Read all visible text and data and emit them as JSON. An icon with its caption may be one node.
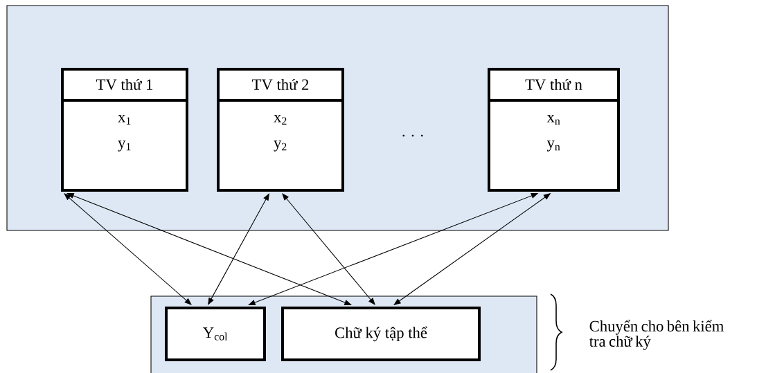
{
  "diagram": {
    "nodes": [
      {
        "text": [],
        "shape": "box"
      },
      {
        "text": [
          "TV thứ 1",
          "x$_{1}$",
          "y$_{1}$"
        ],
        "in": 0
      },
      {
        "text": [
          "TV thứ 2",
          "x$_{2}$",
          "y$_{2}$"
        ],
        "in": 0
      },
      {
        "text": [
          "TV thứ n",
          "x$_{n}$",
          "y$_{n}$"
        ],
        "in": 0
      },
      {
        "text": [],
        "shape": "box"
      },
      {
        "text": [
          "Y$_{col}$"
        ],
        "in": 4
      },
      {
        "text": [
          "Chữ ký tập thể"
        ],
        "in": 4
      }
    ],
    "edges": [
      {
        "from": 1,
        "to": 5,
        "arrow": "both"
      },
      {
        "from": 1,
        "to": 6,
        "arrow": "both"
      },
      {
        "from": 2,
        "to": 5,
        "arrow": "both"
      },
      {
        "from": 2,
        "to": 6,
        "arrow": "both"
      },
      {
        "from": 3,
        "to": 5,
        "arrow": "both"
      },
      {
        "from": 3,
        "to": 6,
        "arrow": "both"
      }
    ],
    "labels": [
      ". . .",
      "Chuyển cho bên kiểm tra chữ ký"
    ]
  }
}
